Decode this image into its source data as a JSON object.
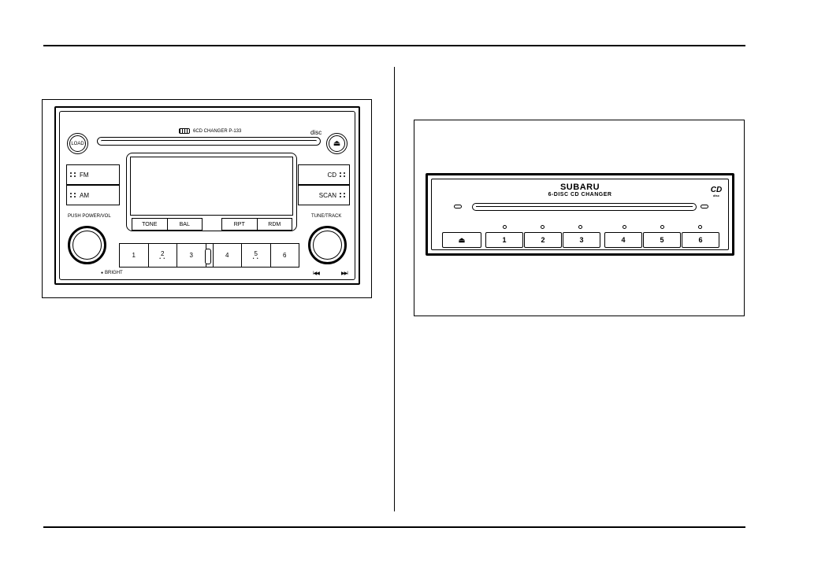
{
  "head_unit": {
    "model_label": "6CD CHANGER P-133",
    "disc_label": "disc",
    "load_label": "LOAD",
    "eject_symbol": "⏏",
    "left_buttons": [
      "FM",
      "AM"
    ],
    "right_buttons": [
      "CD",
      "SCAN"
    ],
    "display_buttons_left": [
      "TONE",
      "BAL"
    ],
    "display_buttons_right": [
      "RPT",
      "RDM"
    ],
    "power_label": "PUSH POWER/VOL",
    "tune_label": "TUNE/TRACK",
    "presets": [
      "1",
      "2",
      "3",
      "4",
      "5",
      "6"
    ],
    "preset_dots": "• •",
    "bright_label": "BRIGHT",
    "skip_back": "I◀◀",
    "skip_forward": "▶▶I"
  },
  "changer": {
    "brand": "SUBARU",
    "sub_brand": "6-DISC CD CHANGER",
    "cd_logo": "disc",
    "eject_symbol": "⏏",
    "presets": [
      "1",
      "2",
      "3",
      "4",
      "5",
      "6"
    ]
  }
}
